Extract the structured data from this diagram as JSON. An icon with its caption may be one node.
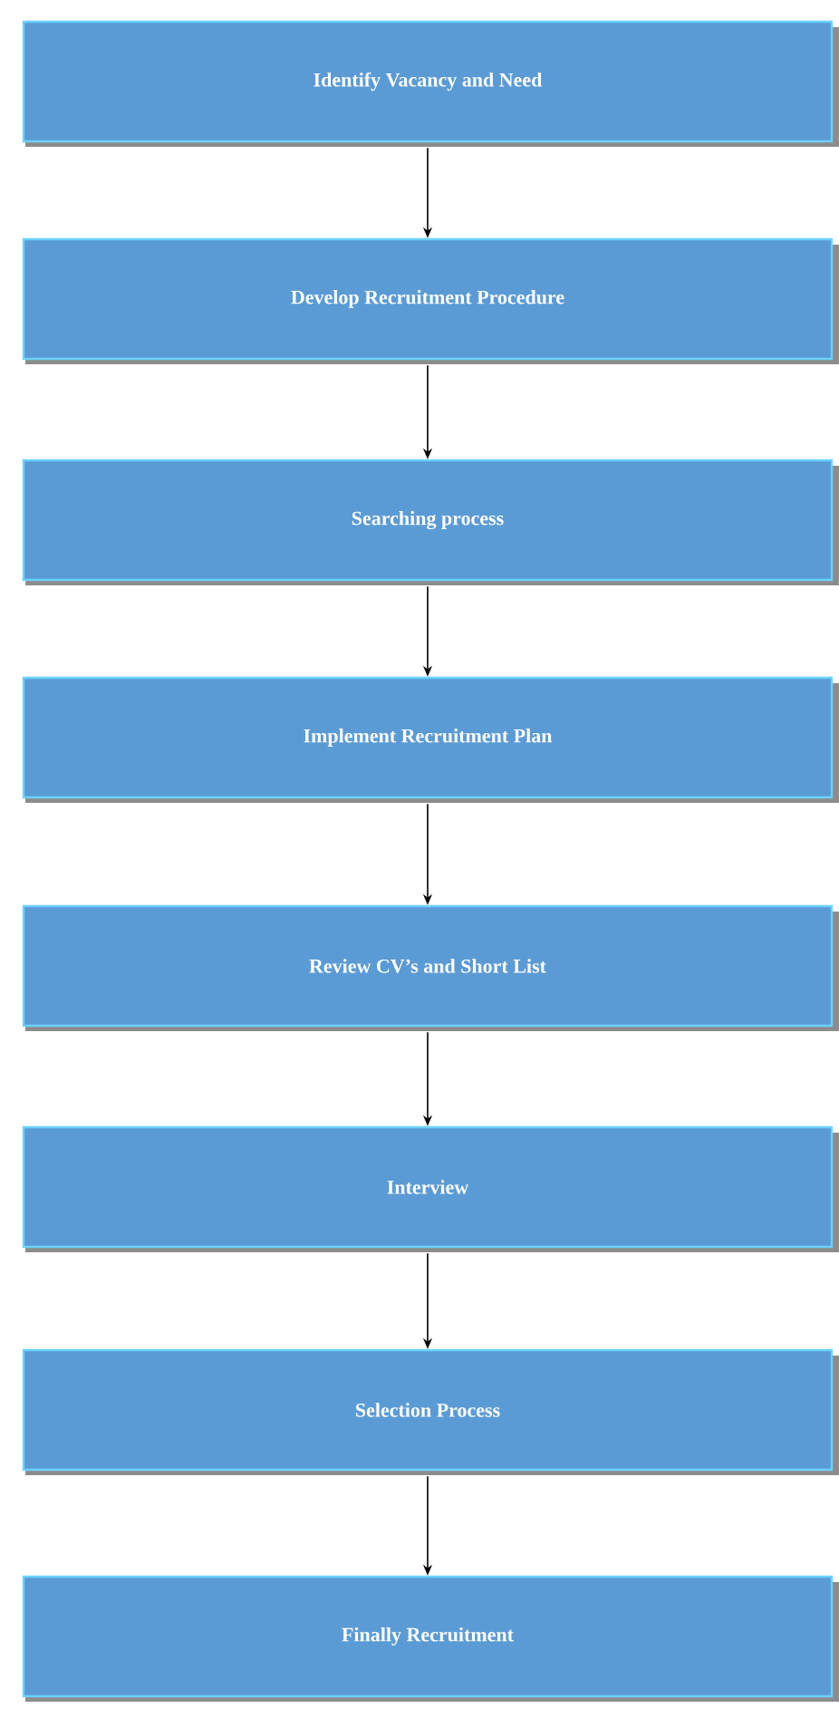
{
  "diagram": {
    "nodes": [
      {
        "text": [
          "Identify Vacancy and Need"
        ]
      },
      {
        "text": [
          "Develop Recruitment Procedure"
        ]
      },
      {
        "text": [
          "Searching process"
        ]
      },
      {
        "text": [
          "Implement Recruitment Plan"
        ]
      },
      {
        "text": [
          "Review CV’s and Short List"
        ]
      },
      {
        "text": [
          "Interview"
        ]
      },
      {
        "text": [
          "Selection Process"
        ]
      },
      {
        "text": [
          "Finally Recruitment"
        ]
      }
    ],
    "edges": [
      {
        "from": 0,
        "to": 1,
        "arrow": "to"
      },
      {
        "from": 1,
        "to": 2,
        "arrow": "to"
      },
      {
        "from": 2,
        "to": 3,
        "arrow": "to"
      },
      {
        "from": 3,
        "to": 4,
        "arrow": "to"
      },
      {
        "from": 4,
        "to": 5,
        "arrow": "to"
      },
      {
        "from": 5,
        "to": 6,
        "arrow": "to"
      },
      {
        "from": 6,
        "to": 7,
        "arrow": "to"
      }
    ]
  }
}
